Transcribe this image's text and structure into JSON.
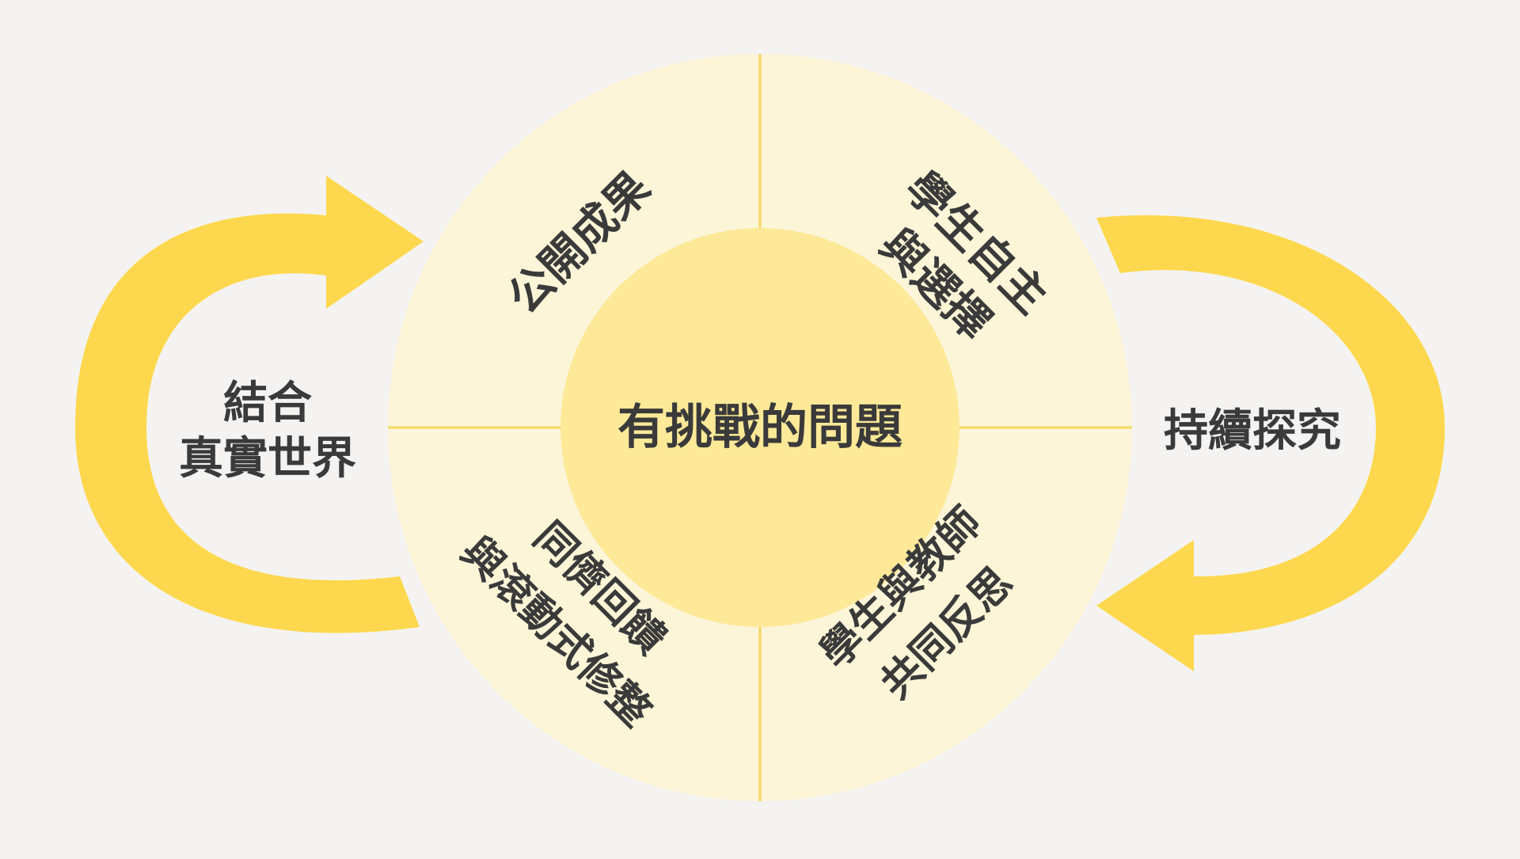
{
  "colors": {
    "background": "#f4f3f1",
    "outer_disc": "#fdf5d8",
    "inner_disc": "#fde998",
    "arrow": "#fdd84e",
    "divider": "#f7d660",
    "text": "#3a3a3a"
  },
  "center": {
    "label": "有挑戰的問題"
  },
  "quadrants": {
    "top_left": {
      "line1": "公開成果"
    },
    "top_right": {
      "line1": "學生自主",
      "line2": "與選擇"
    },
    "bottom_left": {
      "line1": "同儕回饋",
      "line2": "與滾動式修整"
    },
    "bottom_right": {
      "line1": "學生與教師",
      "line2": "共同反思"
    }
  },
  "left_loop": {
    "line1": "結合",
    "line2": "真實世界"
  },
  "right_loop": {
    "line1": "持續探究"
  }
}
